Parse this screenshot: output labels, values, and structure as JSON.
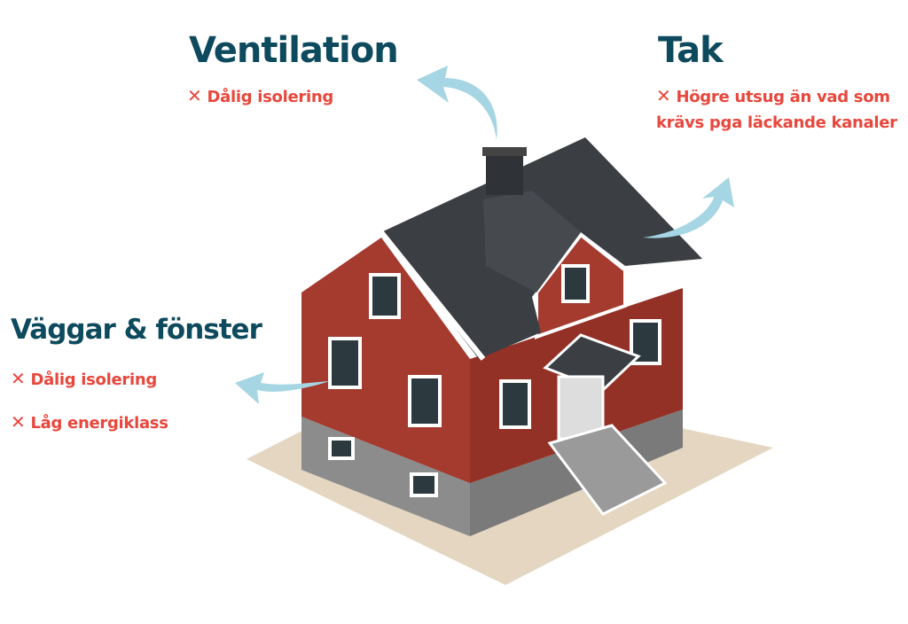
{
  "sections": {
    "ventilation": {
      "title": "Ventilation",
      "items": [
        "Dålig isolering"
      ]
    },
    "tak": {
      "title": "Tak",
      "items": [
        "Högre utsug än vad som krävs pga läckande kanaler"
      ]
    },
    "walls": {
      "title": "Väggar & fönster",
      "items": [
        "Dålig isolering",
        "Låg energiklass"
      ]
    }
  },
  "icons": {
    "negative": "cross-icon",
    "arrow": "curved-arrow-icon"
  },
  "colors": {
    "title": "#0e4a5e",
    "negative": "#e8473c",
    "arrow": "#a6d6e3",
    "wall": "#a53a2e",
    "roof": "#3b3f44"
  }
}
